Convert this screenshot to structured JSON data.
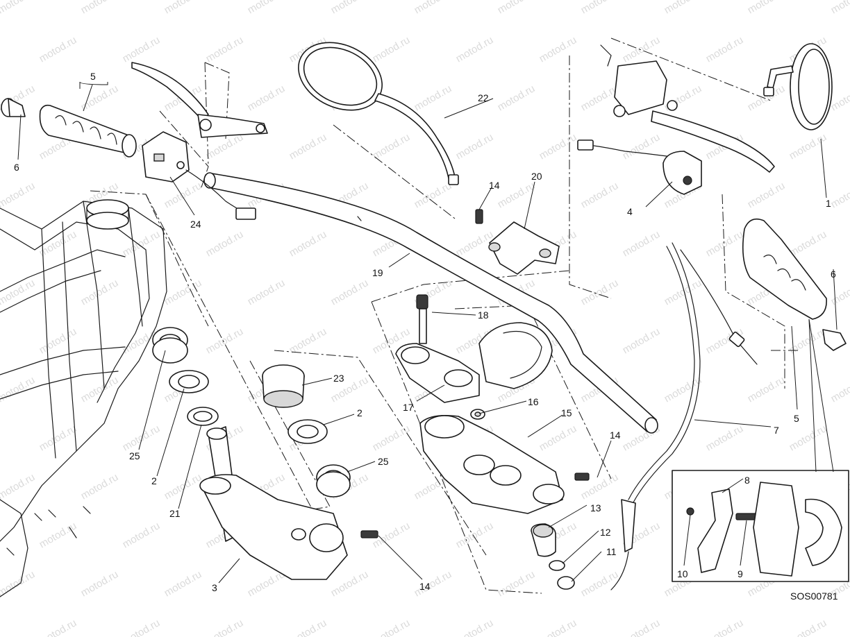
{
  "watermark": "motod.ru",
  "drawing_ref": "SOS00781",
  "callouts": [
    "1",
    "2",
    "2",
    "3",
    "4",
    "5",
    "5",
    "6",
    "6",
    "7",
    "8",
    "9",
    "10",
    "11",
    "12",
    "13",
    "14",
    "14",
    "14",
    "15",
    "16",
    "17",
    "18",
    "19",
    "20",
    "21",
    "22",
    "23",
    "24",
    "25",
    "25"
  ]
}
